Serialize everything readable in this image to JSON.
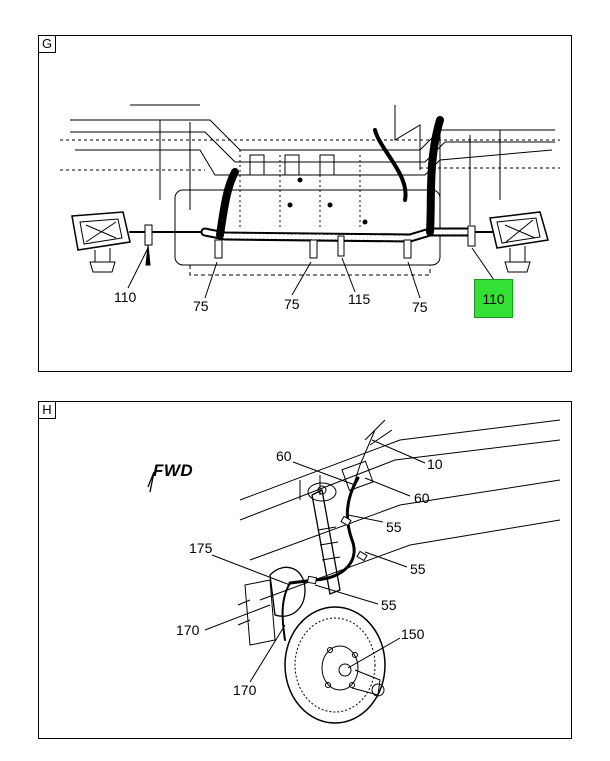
{
  "panels": {
    "g": {
      "tag": "G"
    },
    "h": {
      "tag": "H"
    }
  },
  "callouts_g": {
    "left_lamp": "110",
    "clip_1": "75",
    "clip_2": "75",
    "center": "115",
    "clip_3": "75",
    "right_lamp": "110"
  },
  "callouts_h": {
    "c10": "10",
    "c60_top": "60",
    "c60_right": "60",
    "c55_upper": "55",
    "c55_mid": "55",
    "c175": "175",
    "c55_lower": "55",
    "c170_left": "170",
    "c150": "150",
    "c170_bottom": "170"
  },
  "direction": {
    "label": "FWD",
    "arrow": "direction-arrow-icon"
  },
  "colors": {
    "highlight": "#33e033"
  }
}
